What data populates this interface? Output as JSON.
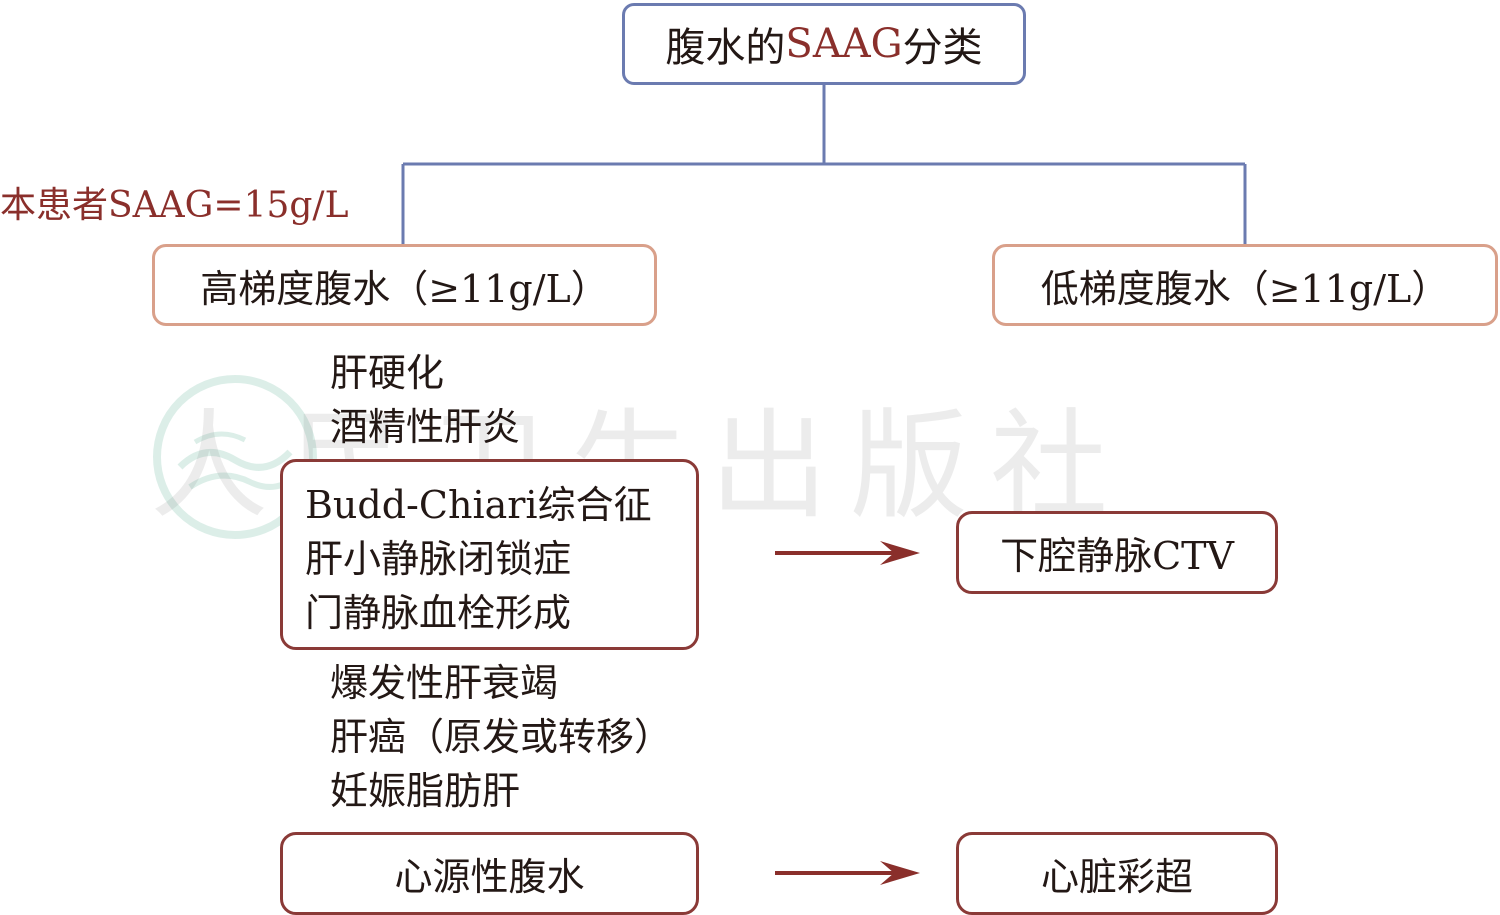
{
  "root": {
    "prefix": "腹水的",
    "highlight": "SAAG",
    "suffix": "分类"
  },
  "patient_label": "本患者SAAG=15g/L",
  "high_gradient": "高梯度腹水（≥11g/L）",
  "low_gradient": "低梯度腹水（≥11g/L）",
  "hepatic_causes_top": [
    "肝硬化",
    "酒精性肝炎"
  ],
  "vascular_causes": [
    "Budd-Chiari综合征",
    "肝小静脉闭锁症",
    "门静脉血栓形成"
  ],
  "hepatic_causes_bottom": [
    "爆发性肝衰竭",
    "肝癌（原发或转移）",
    "妊娠脂肪肝"
  ],
  "cardiac_ascites": "心源性腹水",
  "ctv": "下腔静脉CTV",
  "echo": "心脏彩超",
  "watermark": "人民卫生出版社",
  "colors": {
    "root_border": "#6b7bb0",
    "category_border": "#d9a08a",
    "red_border": "#8a3a37",
    "red_text": "#8a2f2b",
    "arrow": "#8a2f2b",
    "watermark_logo": "#9ed1c0"
  }
}
